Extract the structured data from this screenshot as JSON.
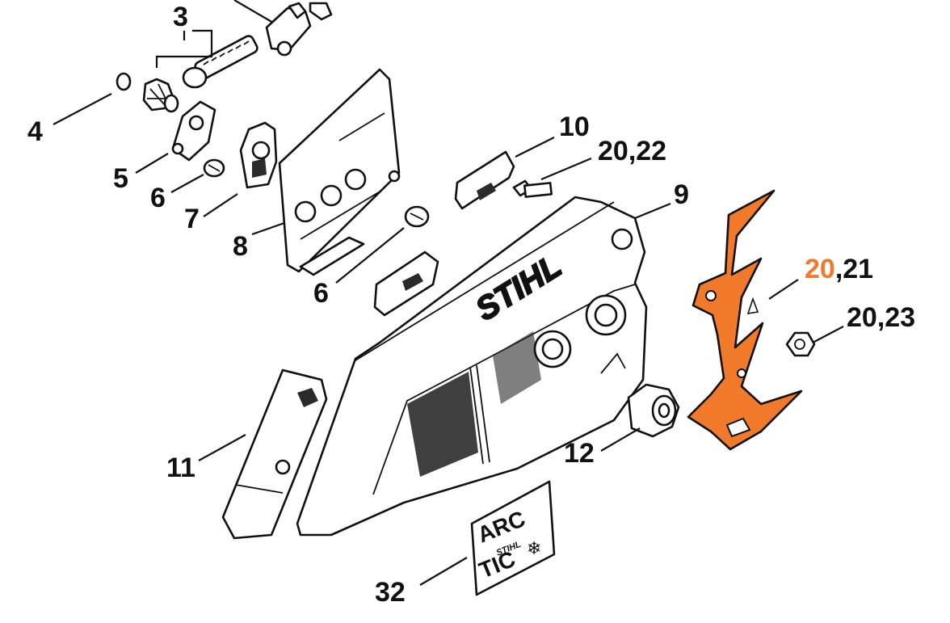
{
  "labels": {
    "l3": "3",
    "l4": "4",
    "l5": "5",
    "l6a": "6",
    "l7": "7",
    "l8": "8",
    "l6b": "6",
    "l10": "10",
    "l20_22": "20,22",
    "l9": "9",
    "l20_21_highlight": "20",
    "l20_21_rest": ",21",
    "l20_23": "20,23",
    "l11": "11",
    "l12": "12",
    "l32": "32"
  },
  "logo": {
    "brand": "STIHL"
  },
  "decal": {
    "line1": "ARC",
    "line2": "STIHL",
    "line3": "TIC"
  },
  "colors": {
    "highlight": "#f07a2a",
    "line": "#111111"
  }
}
